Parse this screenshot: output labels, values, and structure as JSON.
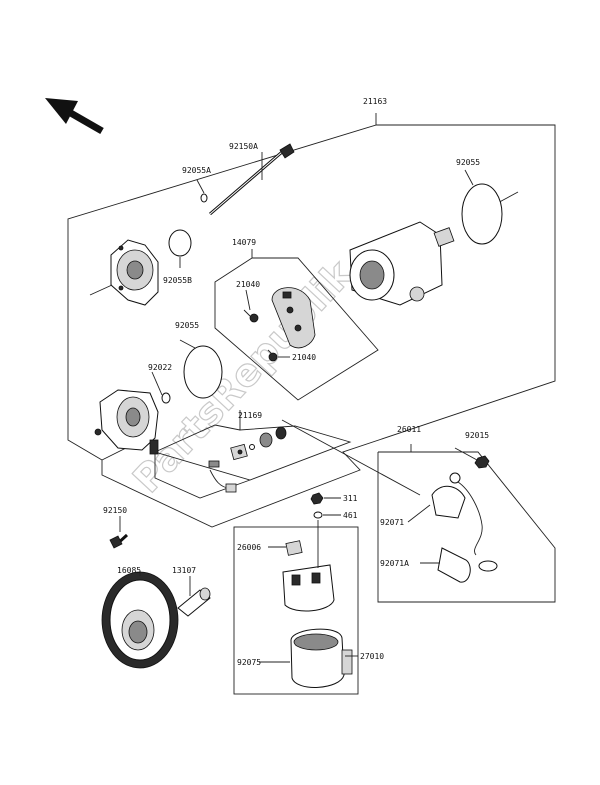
{
  "watermark": "PartsRepublik",
  "labels": {
    "assembly": "21163",
    "bolt_a": "92150A",
    "oring_a": "92055A",
    "oring_b": "92055B",
    "oring_right": "92055",
    "oring_left": "92055",
    "brush_plate": "14079",
    "spring_a": "21040",
    "spring_b": "21040",
    "washer": "92022",
    "brush_set": "21169",
    "cable_group": "26011",
    "nut": "92015",
    "nut_311": "311",
    "washer_461": "461",
    "cap_a": "92071",
    "cap_b": "92071A",
    "bolt": "92150",
    "fuse": "26006",
    "relay": "27010",
    "relay_cover": "92075",
    "gear": "16085",
    "shaft": "13107"
  }
}
